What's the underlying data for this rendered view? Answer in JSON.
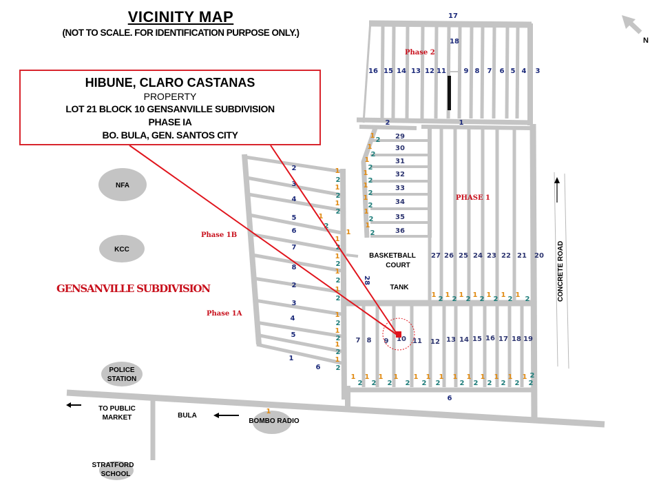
{
  "header": {
    "title": "VICINITY MAP",
    "subtitle": "(NOT TO SCALE. FOR IDENTIFICATION PURPOSE ONLY.)"
  },
  "property": {
    "owner": "HIBUNE, CLARO CASTANAS",
    "type": "PROPERTY",
    "lot": "LOT 21  BLOCK 10 GENSANVILLE SUBDIVISION",
    "phase": "PHASE IA",
    "location": "BO. BULA,  GEN. SANTOS CITY"
  },
  "compass": {
    "label": "N"
  },
  "phases": {
    "phase2": "Phase 2",
    "phase1": "PHASE 1",
    "phase1b": "Phase 1B",
    "phase1a": "Phase 1A",
    "subdivision": "GENSANVILLE SUBDIVISION"
  },
  "landmarks": {
    "nfa": "NFA",
    "kcc": "KCC",
    "police_station": [
      "POLICE",
      "STATION"
    ],
    "stratford_school": [
      "STRATFORD",
      "SCHOOL"
    ],
    "bombo_radio": "BOMBO RADIO",
    "basketball_court": [
      "BASKETBALL",
      "COURT"
    ],
    "tank": "TANK"
  },
  "roads": {
    "concrete_road": "CONCRETE ROAD",
    "to_public_market": [
      "TO PUBLIC",
      "MARKET"
    ],
    "bula": "BULA"
  },
  "blocks": {
    "phase2_lots": [
      "16",
      "15",
      "14",
      "13",
      "12",
      "11",
      "9",
      "8",
      "7",
      "6",
      "5",
      "4",
      "3"
    ],
    "phase2_top": "17",
    "phase2_mid": "18",
    "block_2": "2",
    "block_1": "1",
    "lots_29_36": [
      "29",
      "30",
      "31",
      "32",
      "33",
      "34",
      "35",
      "36"
    ],
    "phase1_lots": [
      "27",
      "26",
      "25",
      "24",
      "23",
      "22",
      "21",
      "20"
    ],
    "phase1b_lots": [
      "2",
      "3",
      "4",
      "5",
      "6",
      "7",
      "8"
    ],
    "phase1a_left_lots": [
      "2",
      "3",
      "4",
      "5",
      "1"
    ],
    "block_6_label": "6",
    "block_28_label": "28",
    "phase1a_lots": [
      "7",
      "8",
      "9",
      "10",
      "11",
      "12",
      "13",
      "14",
      "15",
      "16",
      "17",
      "18",
      "19"
    ],
    "block_6_bottom": "6",
    "bombo_marker": "1",
    "corner_marker_1": "1",
    "corner_marker_2": "2"
  },
  "subject_lot": {
    "lot": "10",
    "marker_color": "#e0141c"
  },
  "colors": {
    "road": "#c4c4c4",
    "accent_red": "#d8242c",
    "lot_blue": "#1c2a7a",
    "corner_orange": "#e08a12",
    "corner_teal": "#1e7d7a",
    "landmark_grey": "#c4c4c4"
  }
}
